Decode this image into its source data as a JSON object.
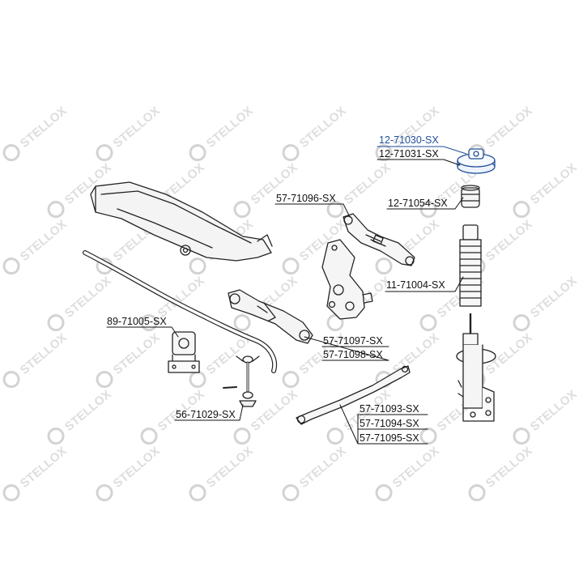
{
  "diagram": {
    "watermark": {
      "text": "STELLOX"
    },
    "highlight_color": "#1f4f9c",
    "labels": {
      "p_12_71030": "12-71030-SX",
      "p_12_71031": "12-71031-SX",
      "p_57_71096": "57-71096-SX",
      "p_12_71054": "12-71054-SX",
      "p_11_71004": "11-71004-SX",
      "p_89_71005": "89-71005-SX",
      "p_57_71097": "57-71097-SX",
      "p_57_71098": "57-71098-SX",
      "p_57_71093": "57-71093-SX",
      "p_57_71094": "57-71094-SX",
      "p_57_71095": "57-71095-SX",
      "p_56_71029": "56-71029-SX"
    }
  }
}
